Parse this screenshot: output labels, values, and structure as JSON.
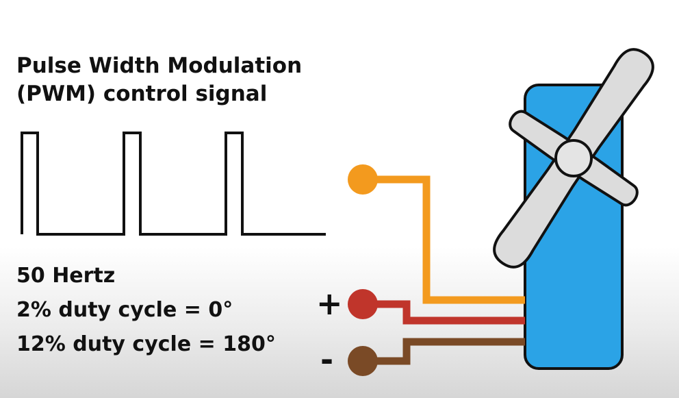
{
  "title": {
    "line1": "Pulse Width Modulation",
    "line2": "(PWM) control signal"
  },
  "specs": {
    "frequency": "50 Hertz",
    "min_duty": "2% duty cycle = 0°",
    "max_duty": "12% duty cycle = 180°"
  },
  "wire_labels": {
    "positive": "+",
    "negative": "-"
  },
  "colors": {
    "signal_wire": "#f39a1e",
    "positive_wire": "#c0352b",
    "negative_wire": "#7a4a26",
    "servo_body": "#2ba3e6",
    "servo_horn": "#dcdcdc",
    "waveform": "#111111"
  }
}
